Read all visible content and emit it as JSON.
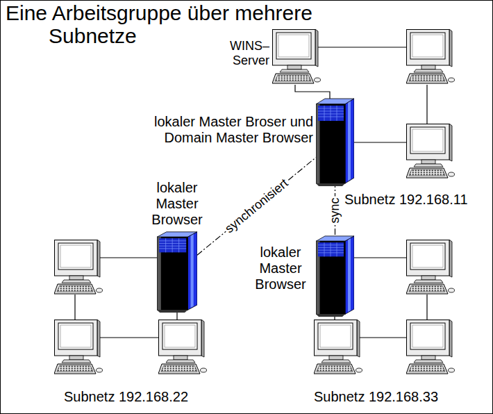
{
  "diagram": {
    "title": "Eine Arbeitsgruppe über mehrere Subnetze",
    "nodes": [
      {
        "text": [
          "WINS– Server"
        ]
      },
      {
        "text": [
          "lokaler Master Broser und Domain Master Browser"
        ]
      },
      {
        "text": [
          "lokaler Master Browser"
        ]
      },
      {
        "text": [
          "lokaler Master Browser"
        ]
      }
    ],
    "edges": [
      {
        "from": 2,
        "to": 1,
        "label": "synchronisiert",
        "arrow": "none"
      },
      {
        "from": 3,
        "to": 1,
        "label": "sync",
        "arrow": "none"
      }
    ],
    "labels": [
      "Subnetz 192.168.11",
      "Subnetz 192.168.22",
      "Subnetz 192.168.33"
    ]
  }
}
